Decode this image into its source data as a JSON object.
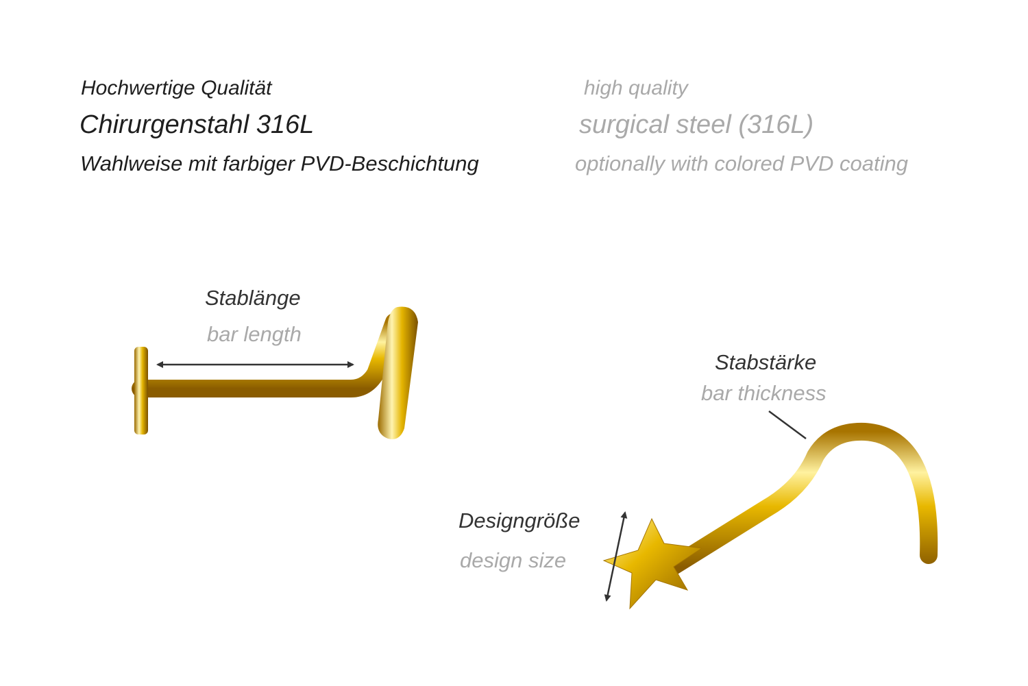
{
  "header": {
    "de": {
      "line1": "Hochwertige Qualität",
      "line2": "Chirurgenstahl 316L",
      "line3": "Wahlweise mit farbiger PVD-Beschichtung"
    },
    "en": {
      "line1": "high quality",
      "line2": "surgical steel (316L)",
      "line3": "optionally with colored PVD coating"
    }
  },
  "labels": {
    "bar_length": {
      "de": "Stablänge",
      "en": "bar length"
    },
    "bar_thickness": {
      "de": "Stabstärke",
      "en": "bar thickness"
    },
    "design_size": {
      "de": "Designgröße",
      "en": "design size"
    }
  },
  "colors": {
    "gold_dark": "#9a6a00",
    "gold_mid": "#e0b000",
    "gold_light": "#fff4b0",
    "arrow": "#333333"
  },
  "products": [
    "l-shape-nose-stud",
    "star-nose-screw"
  ]
}
